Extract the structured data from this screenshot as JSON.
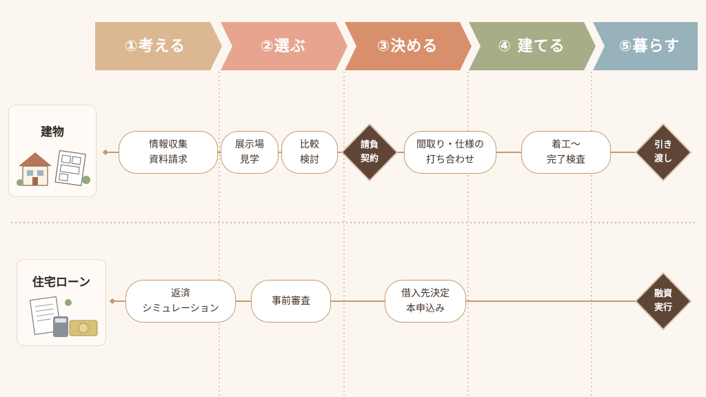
{
  "phases": [
    {
      "label": "①考える",
      "color": "#dcb892"
    },
    {
      "label": "②選ぶ",
      "color": "#e7a590"
    },
    {
      "label": "③決める",
      "color": "#d88f6c"
    },
    {
      "label": "④ 建てる",
      "color": "#a7ad86"
    },
    {
      "label": "⑤暮らす",
      "color": "#98b2bc"
    }
  ],
  "rows": {
    "building": {
      "title": "建物",
      "pills": [
        {
          "text": "情報収集\n資料請求"
        },
        {
          "text": "展示場\n見学"
        },
        {
          "text": "比較\n検討"
        },
        {
          "text": "間取り・仕様の\n打ち合わせ"
        },
        {
          "text": "着工〜\n完了検査"
        }
      ],
      "milestones": [
        {
          "text": "請負\n契約"
        },
        {
          "text": "引き\n渡し"
        }
      ]
    },
    "loan": {
      "title": "住宅ローン",
      "pills": [
        {
          "text": "返済\nシミュレーション"
        },
        {
          "text": "事前審査"
        },
        {
          "text": "借入先決定\n本申込み"
        }
      ],
      "milestones": [
        {
          "text": "融資\n実行"
        }
      ]
    }
  },
  "colors": {
    "line": "#c69a6d",
    "milestone": "#5e4536",
    "divider": "#d8b08a"
  }
}
